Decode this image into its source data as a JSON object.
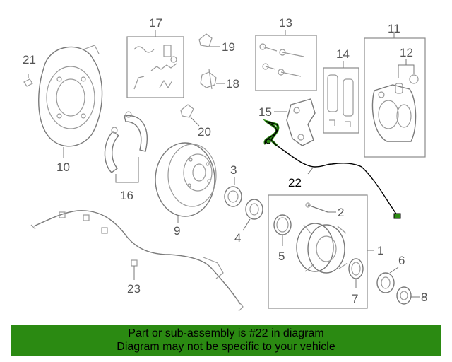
{
  "diagram": {
    "callouts": {
      "c1": "1",
      "c2": "2",
      "c3": "3",
      "c4": "4",
      "c5": "5",
      "c6": "6",
      "c7": "7",
      "c8": "8",
      "c9": "9",
      "c10": "10",
      "c11": "11",
      "c12": "12",
      "c13": "13",
      "c14": "14",
      "c15": "15",
      "c16": "16",
      "c17": "17",
      "c18": "18",
      "c19": "19",
      "c20": "20",
      "c21": "21",
      "c22": "22",
      "c23": "23"
    },
    "highlight_color": "#2b8a12",
    "highlighted_part": "22"
  },
  "banner": {
    "line1": "Part or sub-assembly is #22 in diagram",
    "line2": "Diagram may not be specific to your vehicle",
    "background": "#2b8a12"
  }
}
